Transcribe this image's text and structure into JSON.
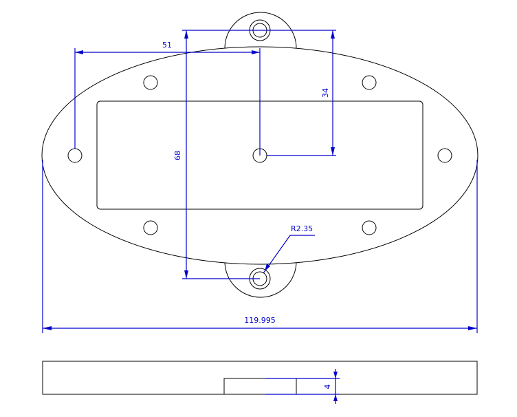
{
  "colors": {
    "outline": "#000000",
    "dimension": "#0000cc"
  },
  "dimensions": {
    "hole_spacing_horizontal": "51",
    "hole_spacing_vertical_total": "68",
    "hole_spacing_vertical_half": "34",
    "hole_radius": "R2.35",
    "overall_width": "119.995",
    "thickness": "4"
  }
}
